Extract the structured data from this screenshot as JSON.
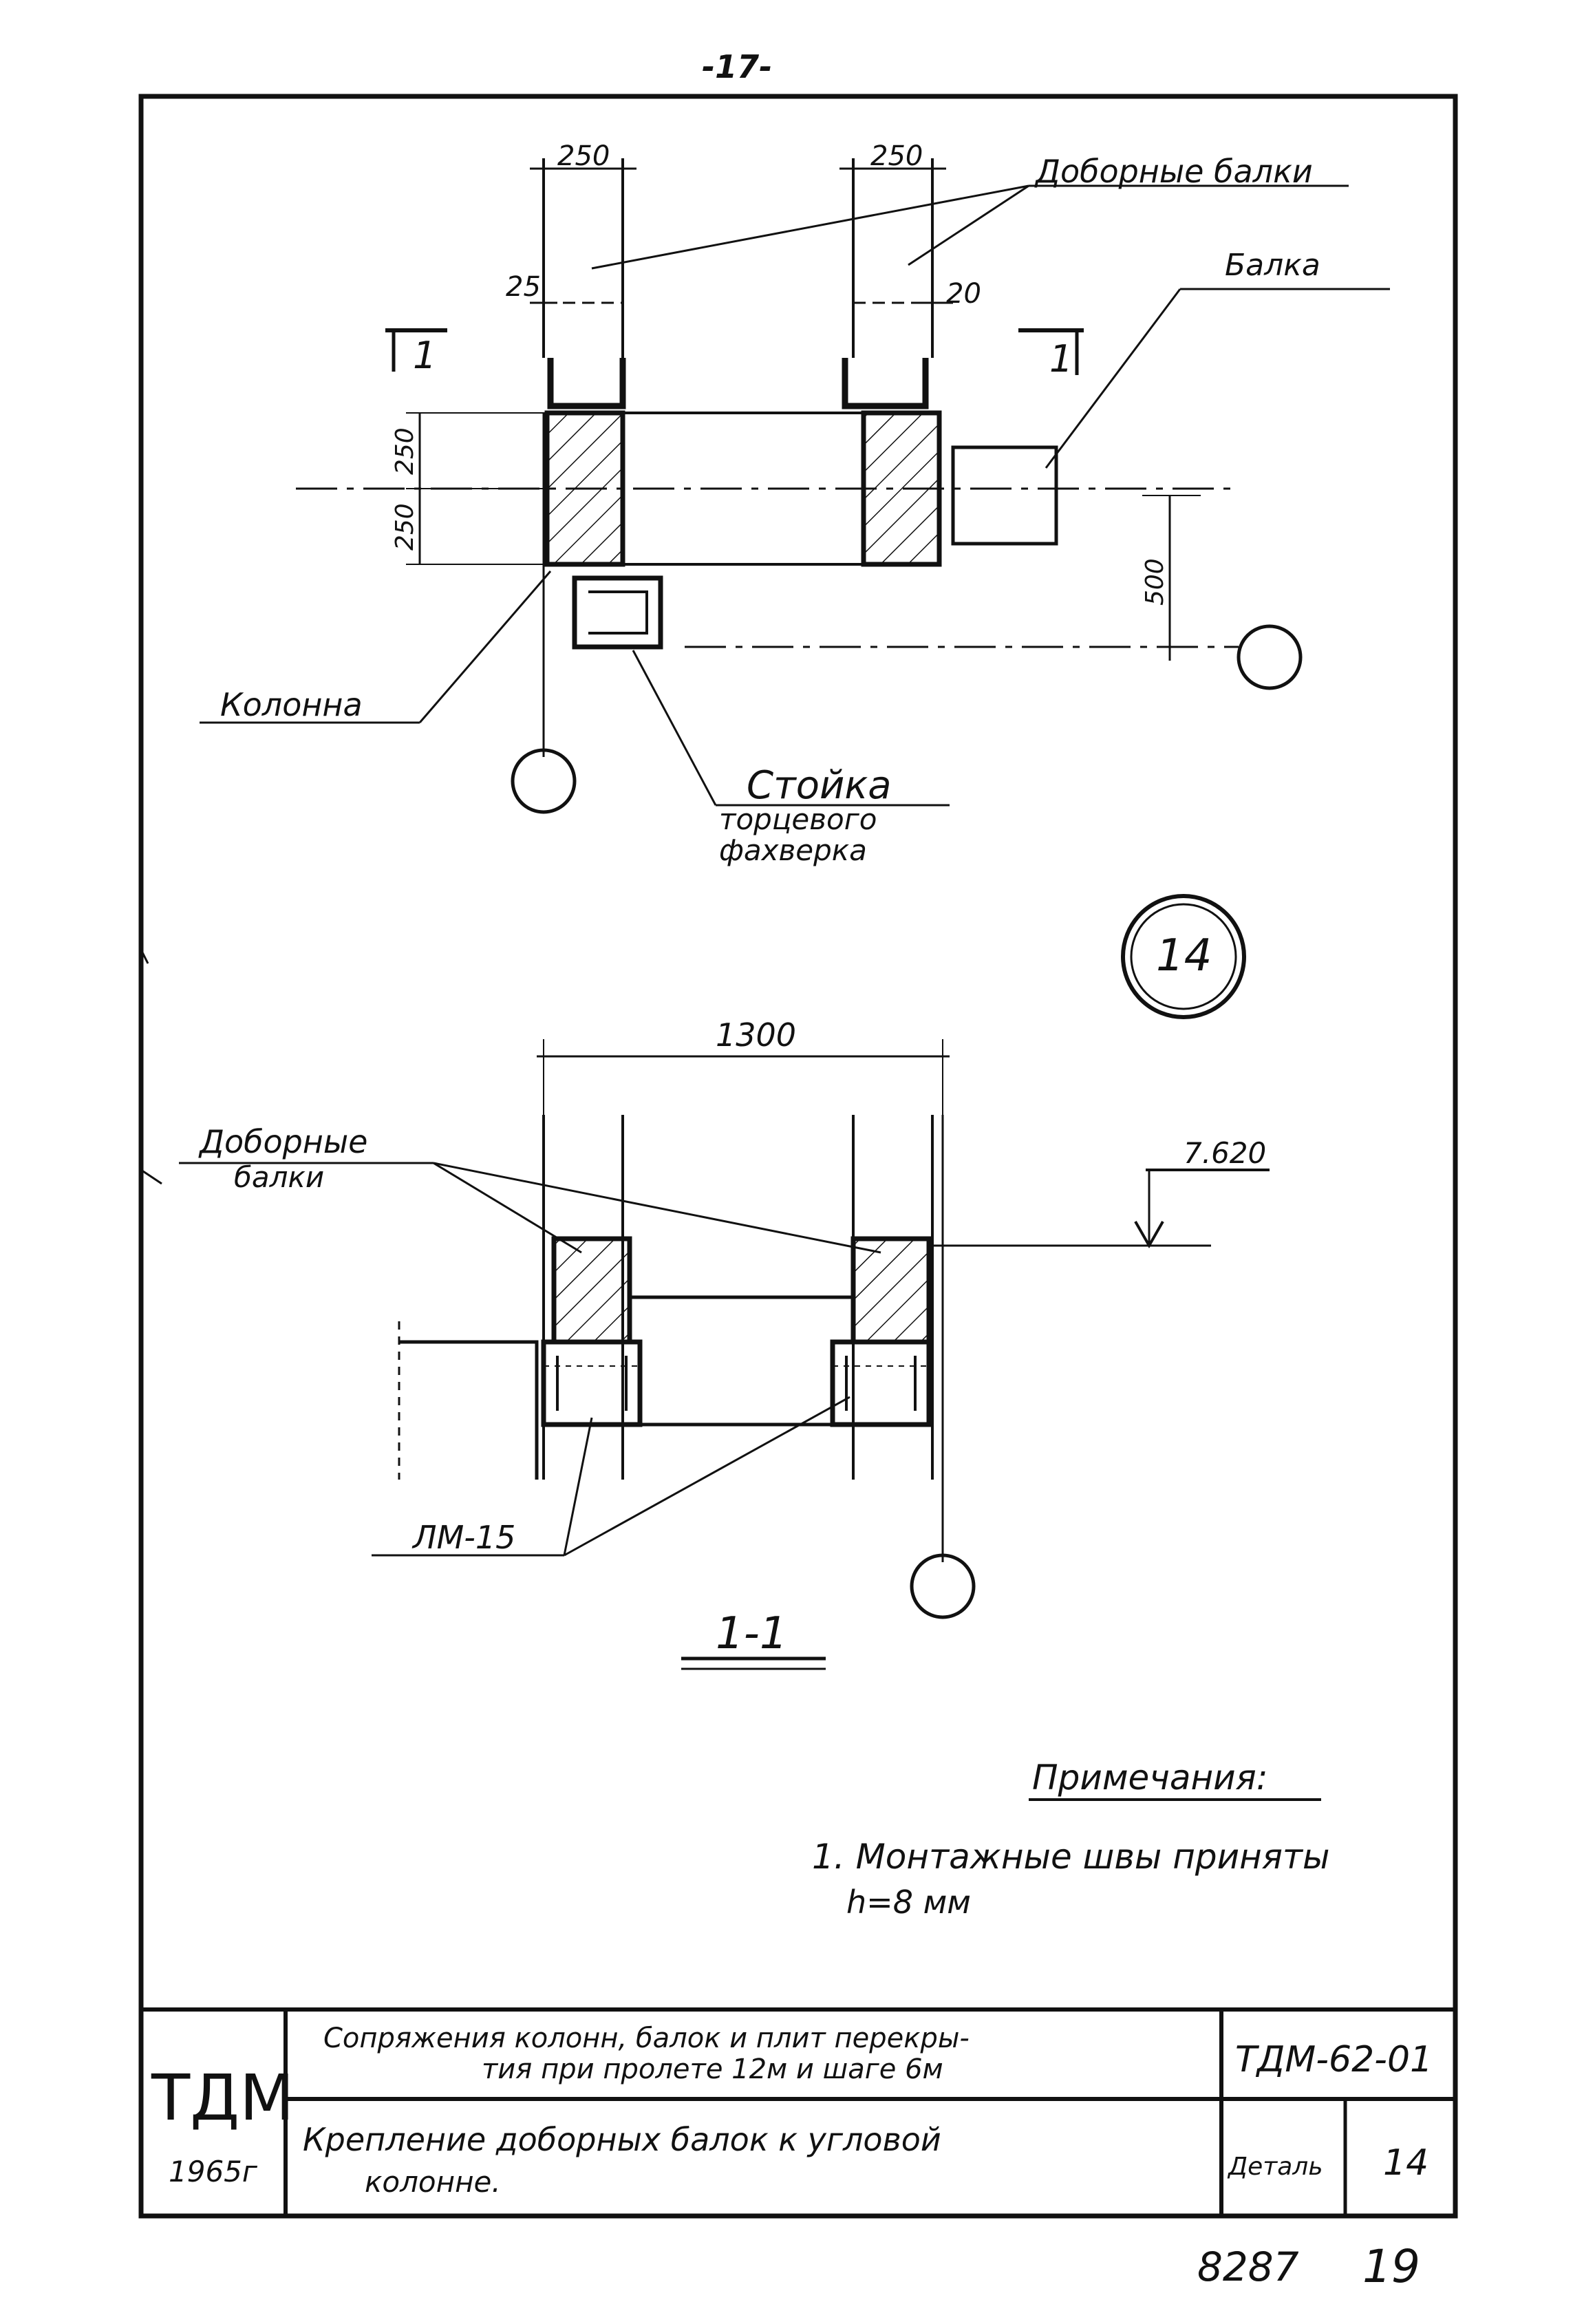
{
  "page_number": "-17-",
  "plan": {
    "dim_top_left": "250",
    "dim_top_right": "250",
    "dim_gap_left": "25",
    "dim_gap_right": "20",
    "dim_250_a": "250",
    "dim_250_b": "250",
    "dim_500": "500",
    "section_mark_left": "1",
    "section_mark_right": "1",
    "label_dobornye": "Доборные балки",
    "label_balka": "Балка",
    "label_kolonna": "Колонна",
    "label_stoyka_1": "Стойка",
    "label_stoyka_2": "торцевого",
    "label_stoyka_3": "фахверка"
  },
  "detail_number": "14",
  "section": {
    "dim_1300": "1300",
    "elevation": "7.620",
    "label_dobornye_1": "Доборные",
    "label_dobornye_2": "балки",
    "label_lm": "ЛМ-15",
    "section_title": "1-1"
  },
  "notes": {
    "title": "Примечания:",
    "item_1a": "1. Монтажные швы приняты",
    "item_1b": "h=8 мм"
  },
  "title_block": {
    "logo": "ТДМ",
    "year": "1965г",
    "title_line_1": "Сопряжения колонн, балок и плит перекры-",
    "title_line_2": "тия при пролете 12м и шаге 6м",
    "code": "ТДМ-62-01",
    "subtitle_line_1": "Крепление доборных балок к угловой",
    "subtitle_line_2": "колонне.",
    "detail_label": "Деталь",
    "detail_value": "14"
  },
  "sheet_tdm_number": "8287",
  "sheet_number": "19"
}
